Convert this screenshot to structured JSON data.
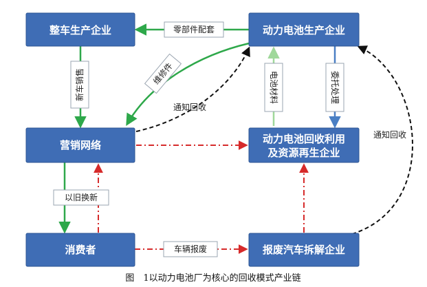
{
  "nodes": {
    "vehicle_maker": "整车生产企业",
    "battery_maker": "动力电池生产企业",
    "sales_network": "营销网络",
    "recycler": [
      "动力电池回收利用",
      "及资源再生企业"
    ],
    "consumer": "消费者",
    "scrap_dismantler": "报废汽车拆解企业"
  },
  "edge_labels": {
    "parts_supply": "零部件配套",
    "new_car_sales": "新车销售",
    "repair_parts": "维修件",
    "notify_recycle_1": "通知回收",
    "battery_material": "电池材料",
    "commission_processing": "委托处理",
    "notify_recycle_2": "通知回收",
    "trade_in": "以旧换新",
    "vehicle_scrap": "车辆报废"
  },
  "caption": "图　1以动力电池厂为核心的回收模式产业链",
  "colors": {
    "box": "#3f6db5",
    "green_arrow": "#2ea84a",
    "light_green_arrow": "#9fd89a",
    "blue_arrow": "#4a7fc4",
    "red_dashdot": "#d62a2a",
    "black_dashed": "#111111"
  }
}
